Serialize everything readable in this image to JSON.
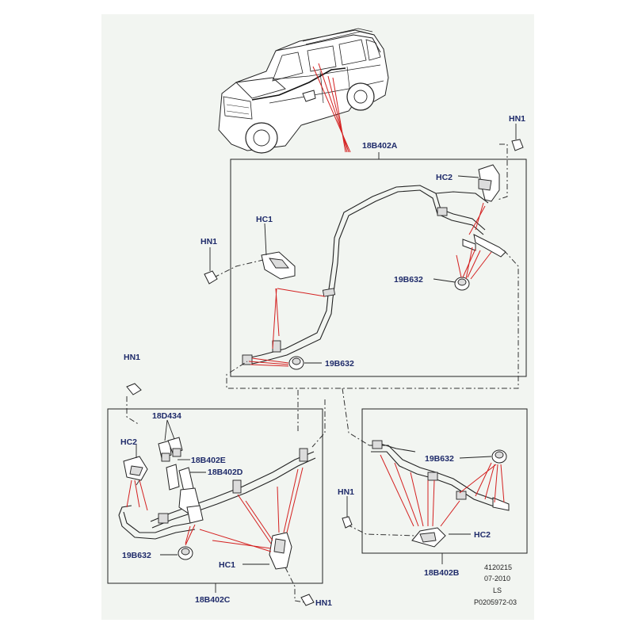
{
  "colors": {
    "callout_text": "#1f2b6a",
    "pointer_lines": "#d42020",
    "panel_bg": "#f2f5f1"
  },
  "illustration": {
    "name": "vehicle-outline"
  },
  "callouts": {
    "hose_assembly_a": "18B402A",
    "hose_assembly_b": "18B402B",
    "hose_assembly_c": "18B402C",
    "hose_e": "18B402E",
    "hose_d": "18B402D",
    "connector": "18D434",
    "clip": "19B632",
    "clip_hc1": "HC1",
    "clip_hc2": "HC2",
    "nut": "HN1"
  },
  "footer": {
    "line1": "4120215",
    "line2": "07-2010",
    "line3": "LS",
    "line4": "P0205972-03"
  }
}
